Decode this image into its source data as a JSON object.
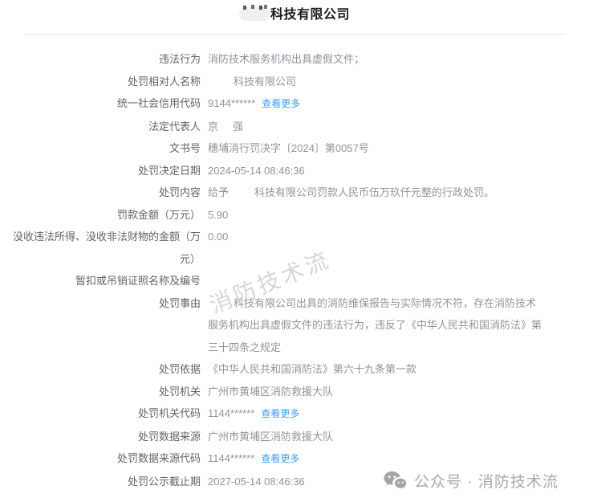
{
  "header": {
    "company_title_suffix": "科技有限公司"
  },
  "table": {
    "view_more_label": "查看更多",
    "rows": [
      {
        "id": "illegal-act",
        "label": "违法行为",
        "segments": [
          {
            "text": "消防技术服务机构出具虚假文件；"
          }
        ]
      },
      {
        "id": "penalized-party-name",
        "label": "处罚相对人名称",
        "segments": [
          {
            "redact": true
          },
          {
            "text": "科技有限公司"
          }
        ]
      },
      {
        "id": "credit-code",
        "label": "统一社会信用代码",
        "segments": [
          {
            "text": "9144******"
          }
        ],
        "link": true
      },
      {
        "id": "legal-representative",
        "label": "法定代表人",
        "segments": [
          {
            "text": "京"
          },
          {
            "redact": true,
            "small": true
          },
          {
            "text": "强"
          }
        ]
      },
      {
        "id": "document-number",
        "label": "文书号",
        "segments": [
          {
            "text": "穗埔消行罚决字〔2024〕第0057号"
          }
        ]
      },
      {
        "id": "decision-date",
        "label": "处罚决定日期",
        "segments": [
          {
            "text": "2024-05-14 08:46:36"
          }
        ]
      },
      {
        "id": "penalty-content",
        "label": "处罚内容",
        "segments": [
          {
            "text": "给予"
          },
          {
            "redact": true
          },
          {
            "text": "科技有限公司罚款人民币伍万玖仟元整的行政处罚。"
          }
        ]
      },
      {
        "id": "fine-amount",
        "label": "罚款金额（万元）",
        "segments": [
          {
            "text": "5.90"
          }
        ]
      },
      {
        "id": "confiscation-amount",
        "label": "没收违法所得、没收非法财物的金额（万元）",
        "segments": [
          {
            "text": "0.00"
          }
        ]
      },
      {
        "id": "license-revocation",
        "label": "暂扣或吊销证照名称及编号",
        "segments": []
      },
      {
        "id": "penalty-reason",
        "label": "处罚事由",
        "segments": [
          {
            "redact": true
          },
          {
            "text": "科技有限公司出具的消防维保报告与实际情况不符，存在消防技术服务机构出具虚假文件的违法行为，违反了《中华人民共和国消防法》第三十四条之规定"
          }
        ]
      },
      {
        "id": "penalty-basis",
        "label": "处罚依据",
        "segments": [
          {
            "text": "《中华人民共和国消防法》第六十九条第一款"
          }
        ]
      },
      {
        "id": "penalty-authority",
        "label": "处罚机关",
        "segments": [
          {
            "text": "广州市黄埔区消防救援大队"
          }
        ]
      },
      {
        "id": "authority-code",
        "label": "处罚机关代码",
        "segments": [
          {
            "text": "1144******"
          }
        ],
        "link": true
      },
      {
        "id": "data-source",
        "label": "处罚数据来源",
        "segments": [
          {
            "text": "广州市黄埔区消防救援大队"
          }
        ]
      },
      {
        "id": "data-source-code",
        "label": "处罚数据来源代码",
        "segments": [
          {
            "text": "1144******"
          }
        ],
        "link": true
      },
      {
        "id": "publicity-deadline",
        "label": "处罚公示截止期",
        "segments": [
          {
            "text": "2027-05-14 08:46:36"
          }
        ]
      }
    ]
  },
  "watermark": {
    "text": "消防技术流"
  },
  "footer": {
    "text": "公众号 · 消防技术流"
  },
  "colors": {
    "label_text": "#5f6469",
    "value_text": "#8f949b",
    "link_blue": "#409eff",
    "title_text": "#1c1c1c",
    "watermark_gray": "#b4b4b4",
    "footer_gray": "#a8a8a8",
    "divider_gray": "#e7e7e7"
  }
}
